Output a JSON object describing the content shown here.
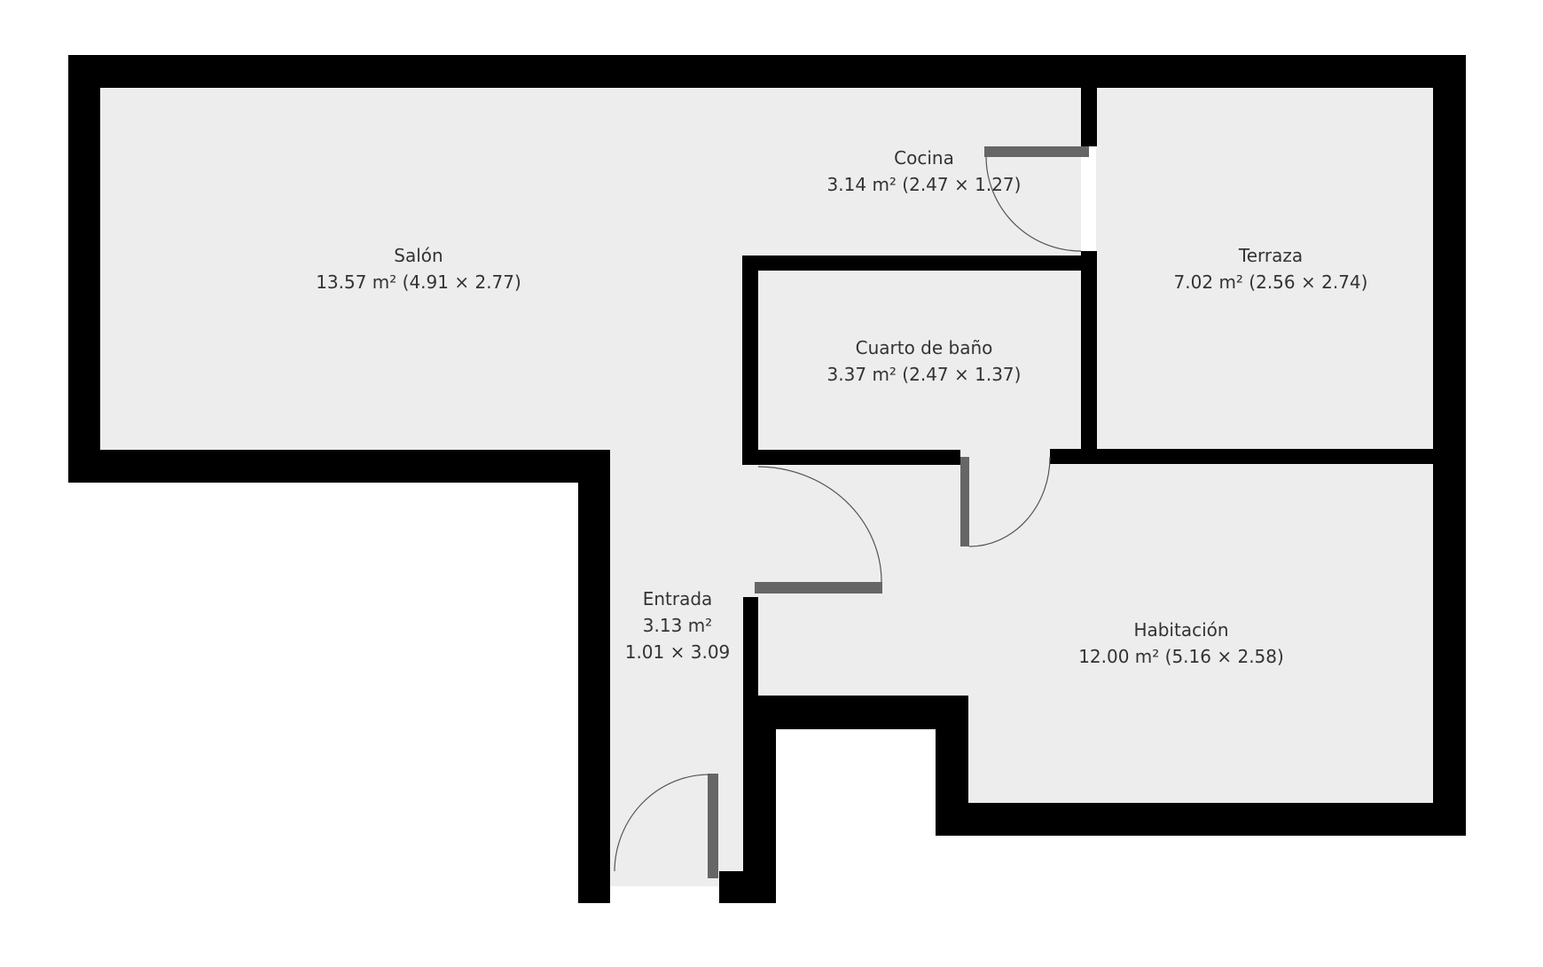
{
  "plan": {
    "colors": {
      "background": "#ffffff",
      "floor": "#ededed",
      "wall": "#000000",
      "door_leaf": "#666666",
      "door_arc": "#555555",
      "text": "#333333"
    }
  },
  "rooms": [
    {
      "id": "salon",
      "name": "Salón",
      "area": "13.57 m²",
      "dims": "(4.91 × 2.77)",
      "line2": "13.57 m² (4.91 × 2.77)"
    },
    {
      "id": "cocina",
      "name": "Cocina",
      "area": "3.14 m²",
      "dims": "(2.47 × 1.27)",
      "line2": "3.14 m² (2.47 × 1.27)"
    },
    {
      "id": "terraza",
      "name": "Terraza",
      "area": "7.02 m²",
      "dims": "(2.56 × 2.74)",
      "line2": "7.02 m² (2.56 × 2.74)"
    },
    {
      "id": "bano",
      "name": "Cuarto de baño",
      "area": "3.37 m²",
      "dims": "(2.47 × 1.37)",
      "line2": "3.37 m² (2.47 × 1.37)"
    },
    {
      "id": "entrada",
      "name": "Entrada",
      "area": "3.13 m²",
      "dims": "1.01 × 3.09",
      "line2": "3.13 m²",
      "line3": "1.01 × 3.09"
    },
    {
      "id": "habitacion",
      "name": "Habitación",
      "area": "12.00 m²",
      "dims": "(5.16 × 2.58)",
      "line2": "12.00 m² (5.16 × 2.58)"
    }
  ]
}
